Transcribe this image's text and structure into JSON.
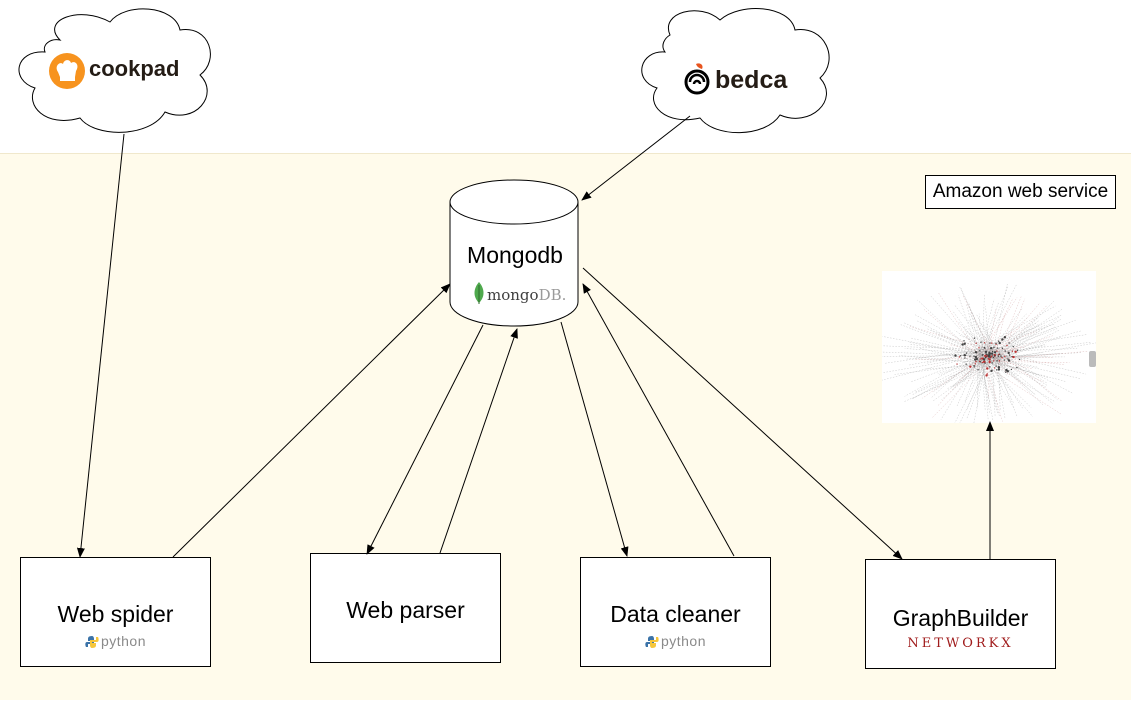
{
  "nodes": {
    "cookpad": {
      "label": "cookpad",
      "icon": "chef-hat-icon",
      "color": "#f7931e"
    },
    "bedca": {
      "label": "bedca",
      "icon": "wifi-fruit-icon",
      "color": "#e8541e"
    },
    "mongodb": {
      "label": "Mongodb",
      "logo_main": "mongo",
      "logo_suffix": "DB.",
      "leaf_color": "#4fa94d"
    },
    "web_spider": {
      "label": "Web spider",
      "tech": "python"
    },
    "web_parser": {
      "label": "Web parser"
    },
    "data_cleaner": {
      "label": "Data cleaner",
      "tech": "python"
    },
    "graph_builder": {
      "label": "GraphBuilder",
      "tech": "NETWORKX"
    }
  },
  "container": {
    "label": "Amazon web service",
    "background": "#fffbeb"
  },
  "edges": [
    {
      "from": "cookpad",
      "to": "web_spider"
    },
    {
      "from": "bedca",
      "to": "mongodb"
    },
    {
      "from": "web_spider",
      "to": "mongodb"
    },
    {
      "from": "mongodb",
      "to": "web_parser"
    },
    {
      "from": "web_parser",
      "to": "mongodb"
    },
    {
      "from": "mongodb",
      "to": "data_cleaner"
    },
    {
      "from": "data_cleaner",
      "to": "mongodb"
    },
    {
      "from": "mongodb",
      "to": "graph_builder"
    },
    {
      "from": "graph_builder",
      "to": "graph_visualization"
    }
  ]
}
